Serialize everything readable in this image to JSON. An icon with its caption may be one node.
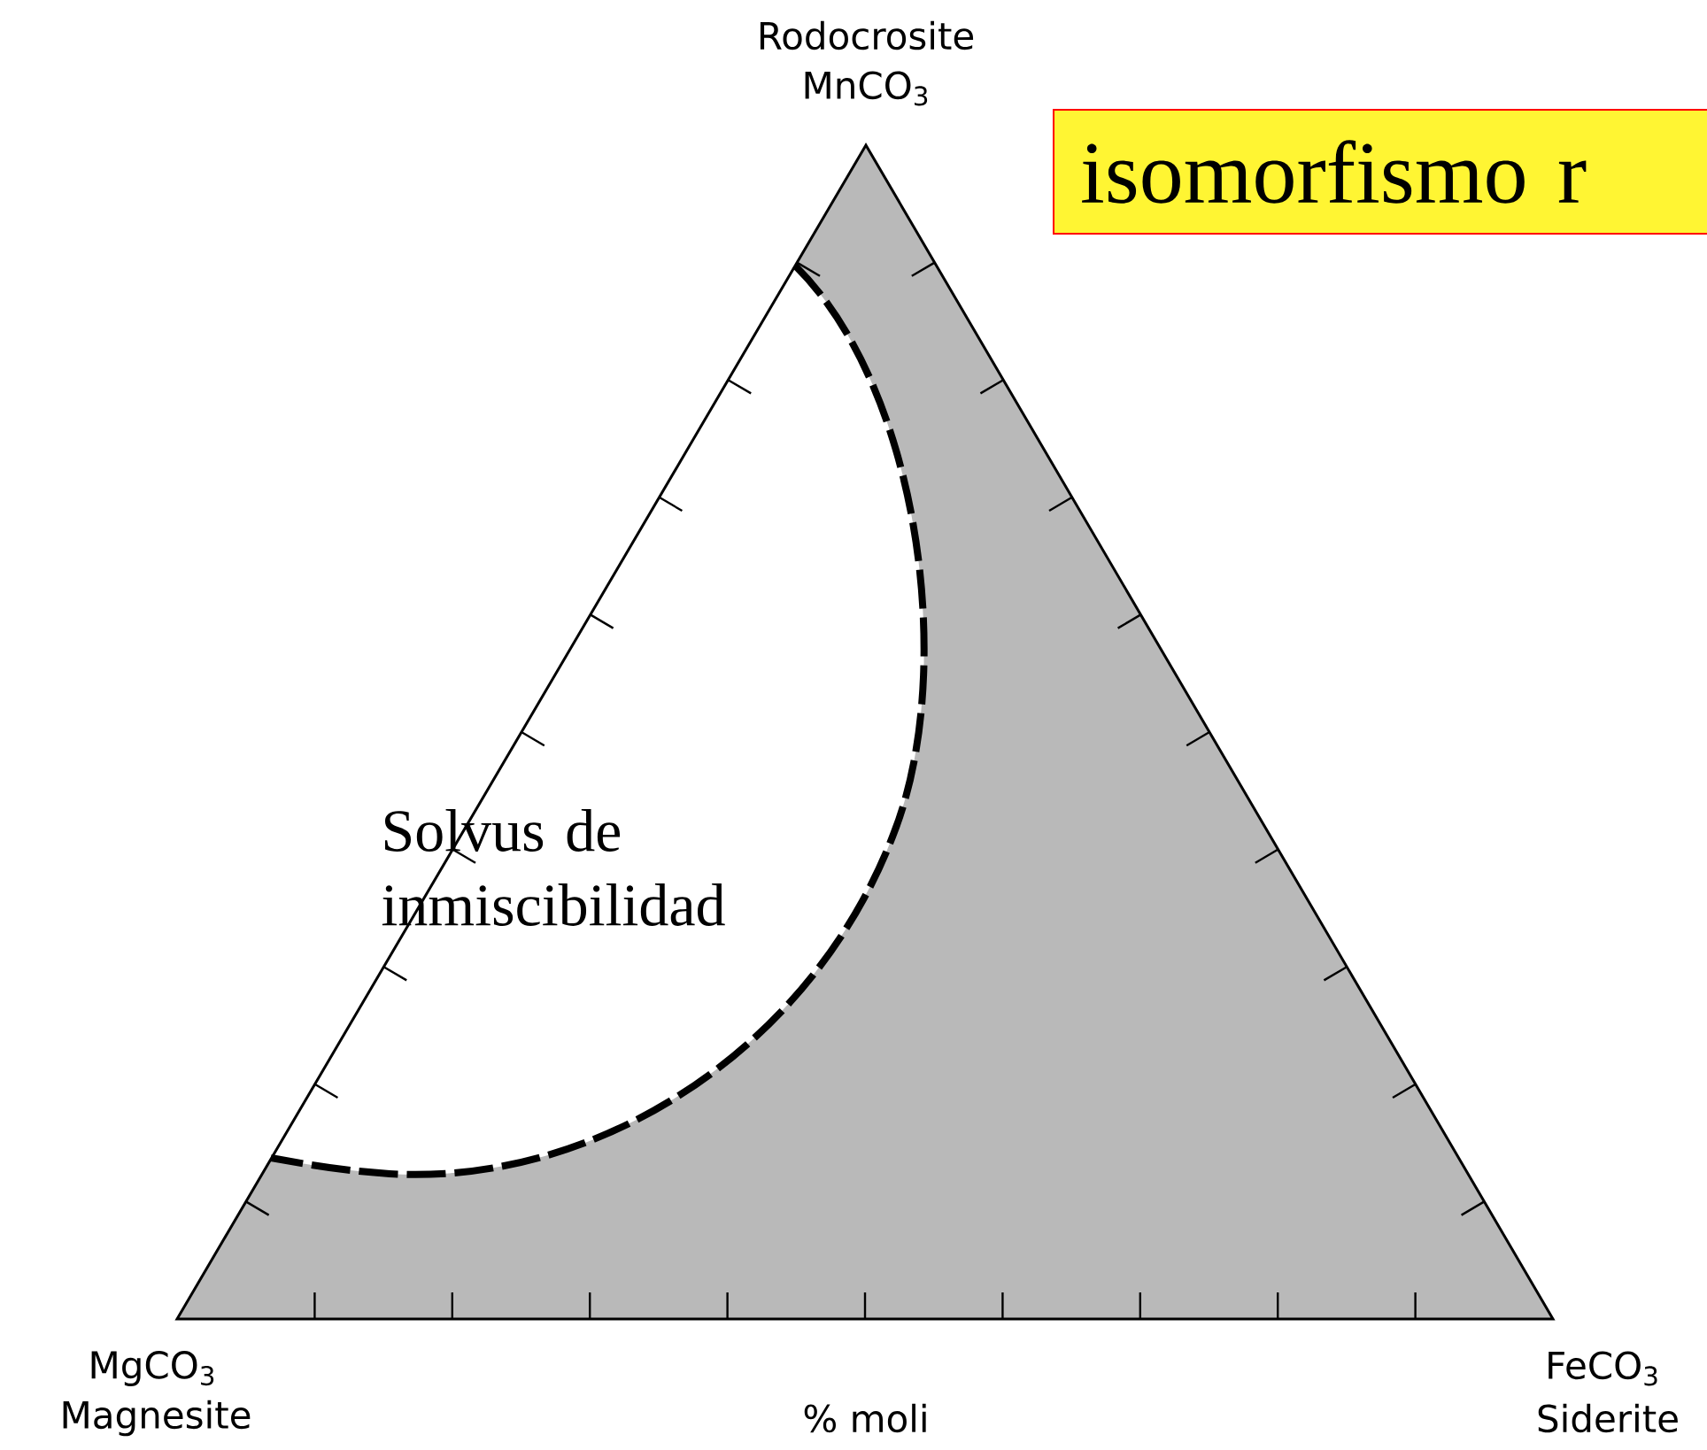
{
  "diagram": {
    "nodes": [
      {
        "text": [
          "isomorfismo r"
        ]
      }
    ],
    "labels": [
      "Rodocrosite",
      "MnCO$_{3}$",
      "Solvus de inmiscibilidad",
      "MgCO$_{3}$",
      "Magnesite",
      "% moli",
      "FeCO$_{3}$",
      "Siderite"
    ]
  }
}
